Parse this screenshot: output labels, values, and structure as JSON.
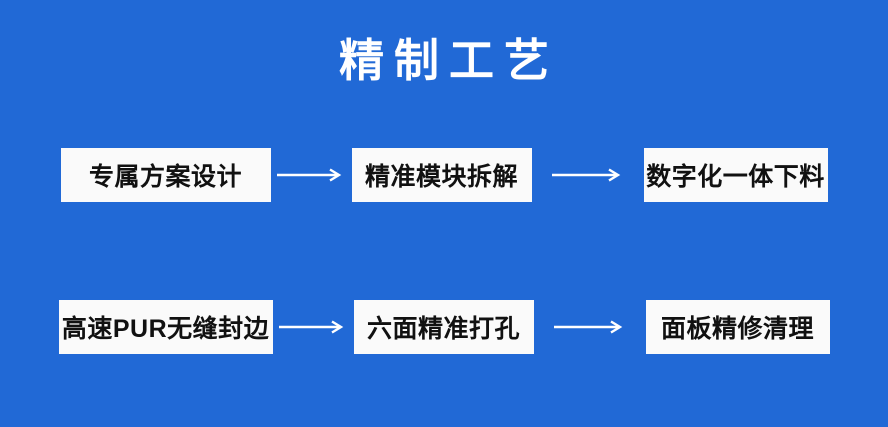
{
  "page": {
    "title": "精制工艺",
    "background_color": "#2169d6",
    "box_fill_color": "#fafafa",
    "box_text_color": "#111111",
    "title_color": "#ffffff",
    "arrow_color": "#ffffff"
  },
  "flow": {
    "rows": [
      {
        "steps": [
          {
            "label": "专属方案设计"
          },
          {
            "label": "精准模块拆解"
          },
          {
            "label": "数字化一体下料"
          }
        ],
        "connectors": [
          {
            "icon": "arrow-right-icon"
          },
          {
            "icon": "arrow-right-icon"
          }
        ]
      },
      {
        "steps": [
          {
            "label": "高速PUR无缝封边"
          },
          {
            "label": "六面精准打孔"
          },
          {
            "label": "面板精修清理"
          }
        ],
        "connectors": [
          {
            "icon": "arrow-right-icon"
          },
          {
            "icon": "arrow-right-icon"
          }
        ]
      }
    ]
  }
}
